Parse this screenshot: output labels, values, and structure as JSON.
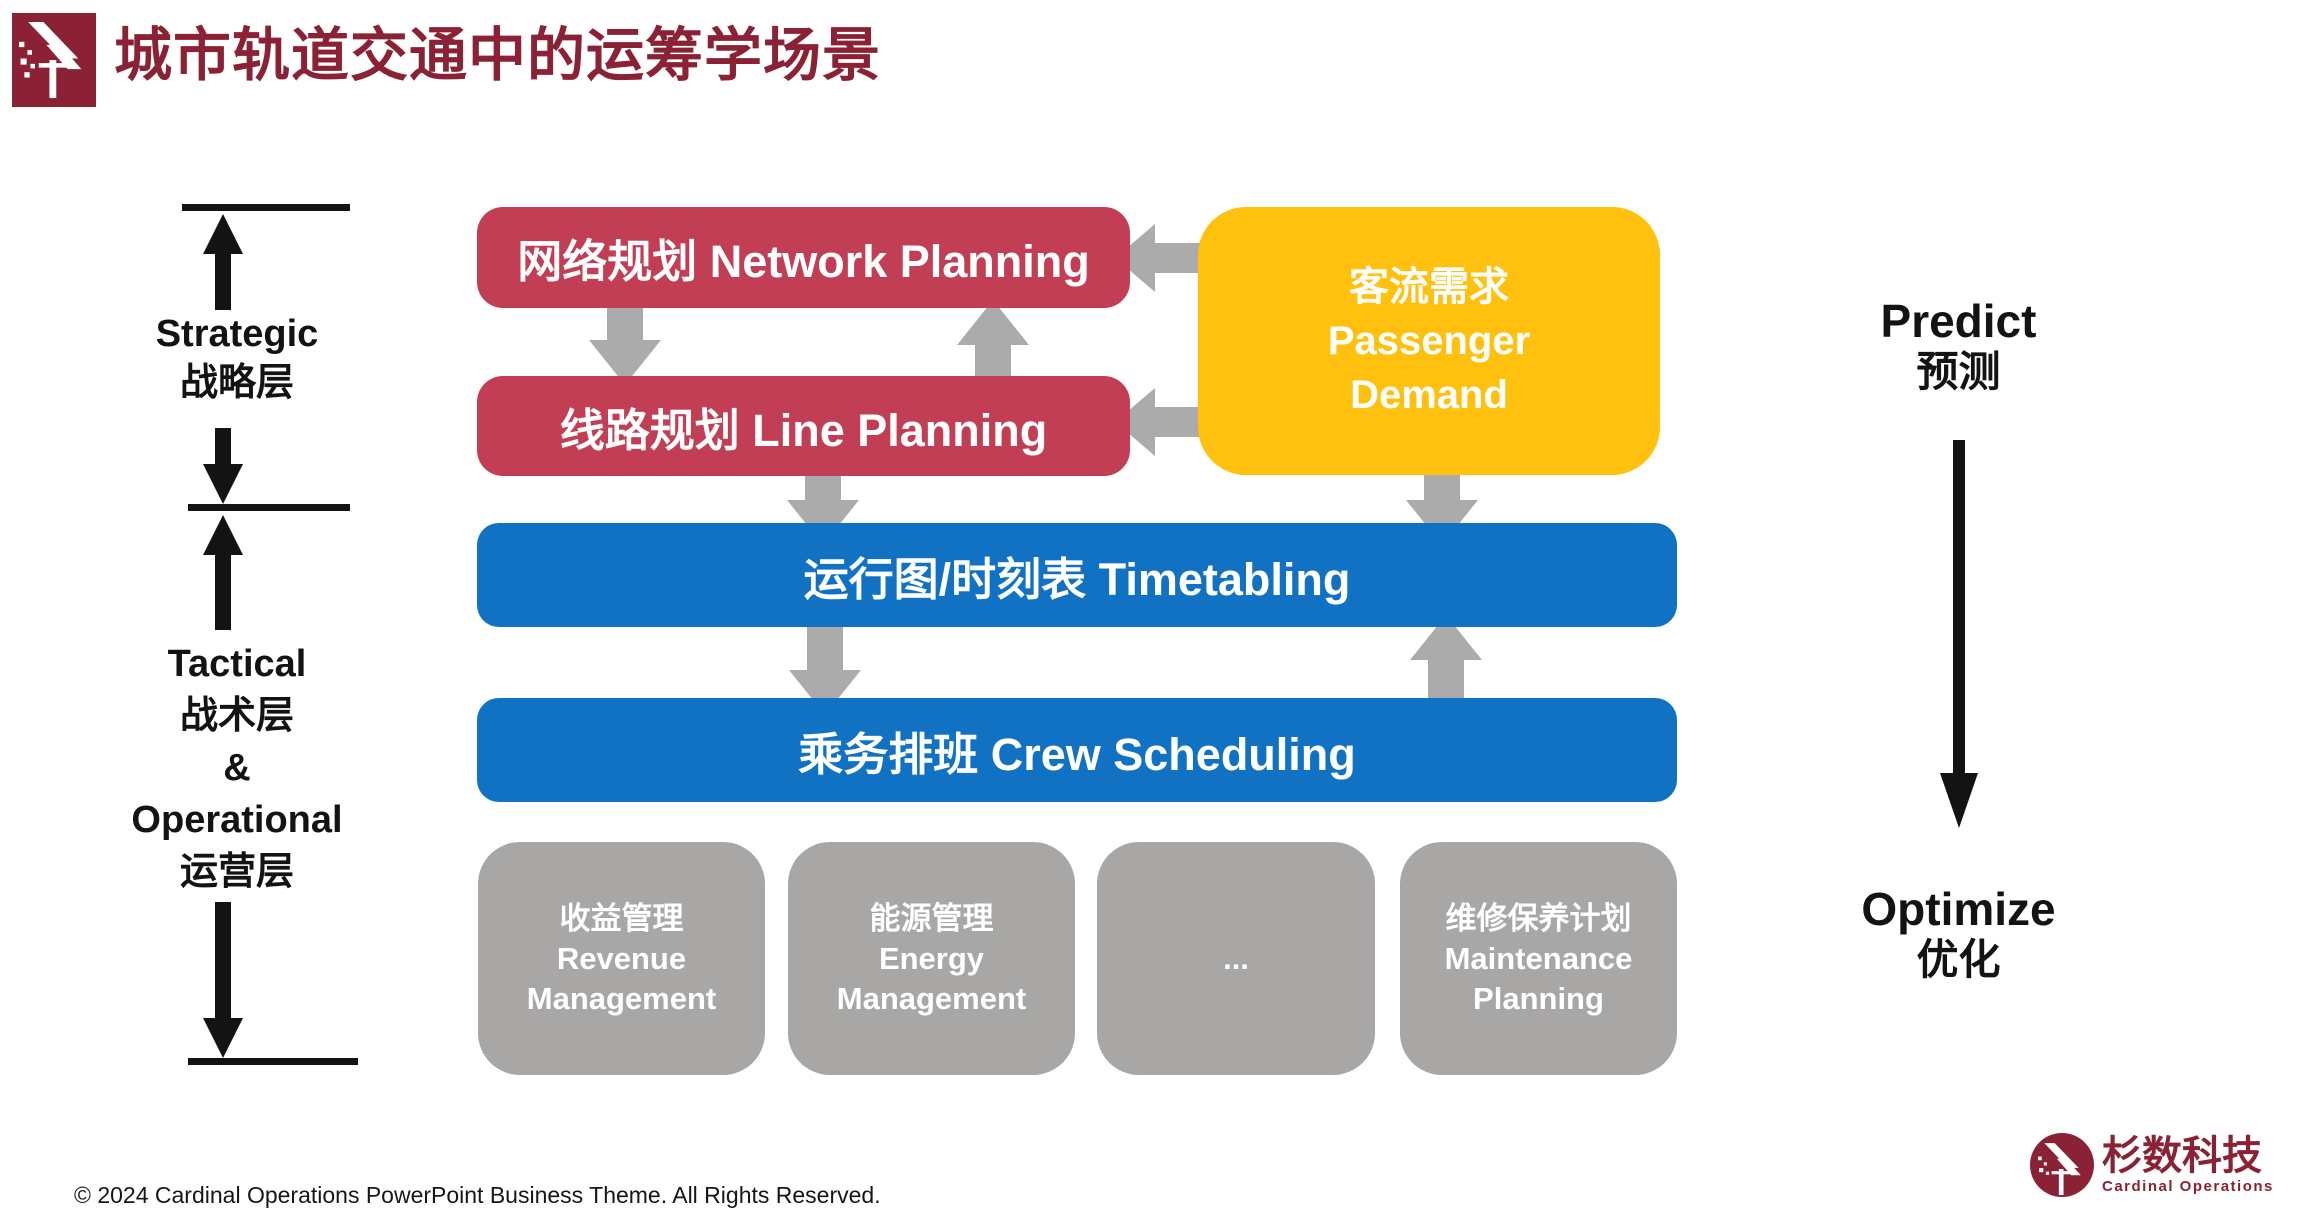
{
  "header": {
    "title": "城市轨道交通中的运筹学场景"
  },
  "left_axis": {
    "strategic": {
      "en": "Strategic",
      "zh": "战略层"
    },
    "tactical": {
      "lines": [
        "Tactical",
        "战术层",
        "&",
        "Operational",
        "运营层"
      ]
    }
  },
  "flow": {
    "network_planning": "网络规划 Network Planning",
    "line_planning": "线路规划 Line Planning",
    "passenger_demand": {
      "lines": [
        "客流需求",
        "Passenger",
        "Demand"
      ]
    },
    "timetabling": "运行图/时刻表 Timetabling",
    "crew_scheduling": "乘务排班 Crew Scheduling",
    "operational_boxes": [
      {
        "lines": [
          "收益管理",
          "Revenue",
          "Management"
        ]
      },
      {
        "lines": [
          "能源管理",
          "Energy",
          "Management"
        ]
      },
      {
        "lines": [
          "..."
        ]
      },
      {
        "lines": [
          "维修保养计划",
          "Maintenance",
          "Planning"
        ]
      }
    ]
  },
  "right_axis": {
    "predict": {
      "en": "Predict",
      "zh": "预测"
    },
    "optimize": {
      "en": "Optimize",
      "zh": "优化"
    }
  },
  "footer": {
    "copyright": "© 2024 Cardinal Operations PowerPoint Business Theme. All Rights Reserved."
  },
  "brand": {
    "company_zh": "杉数科技",
    "company_en": "Cardinal Operations"
  },
  "colors": {
    "brand_red": "#8B2134",
    "box_red": "#C13E54",
    "box_yellow": "#FFC10D",
    "box_blue": "#1172C4",
    "box_gray": "#A9A6A6",
    "arrow_gray": "#ABABAB",
    "text_black": "#131313"
  }
}
